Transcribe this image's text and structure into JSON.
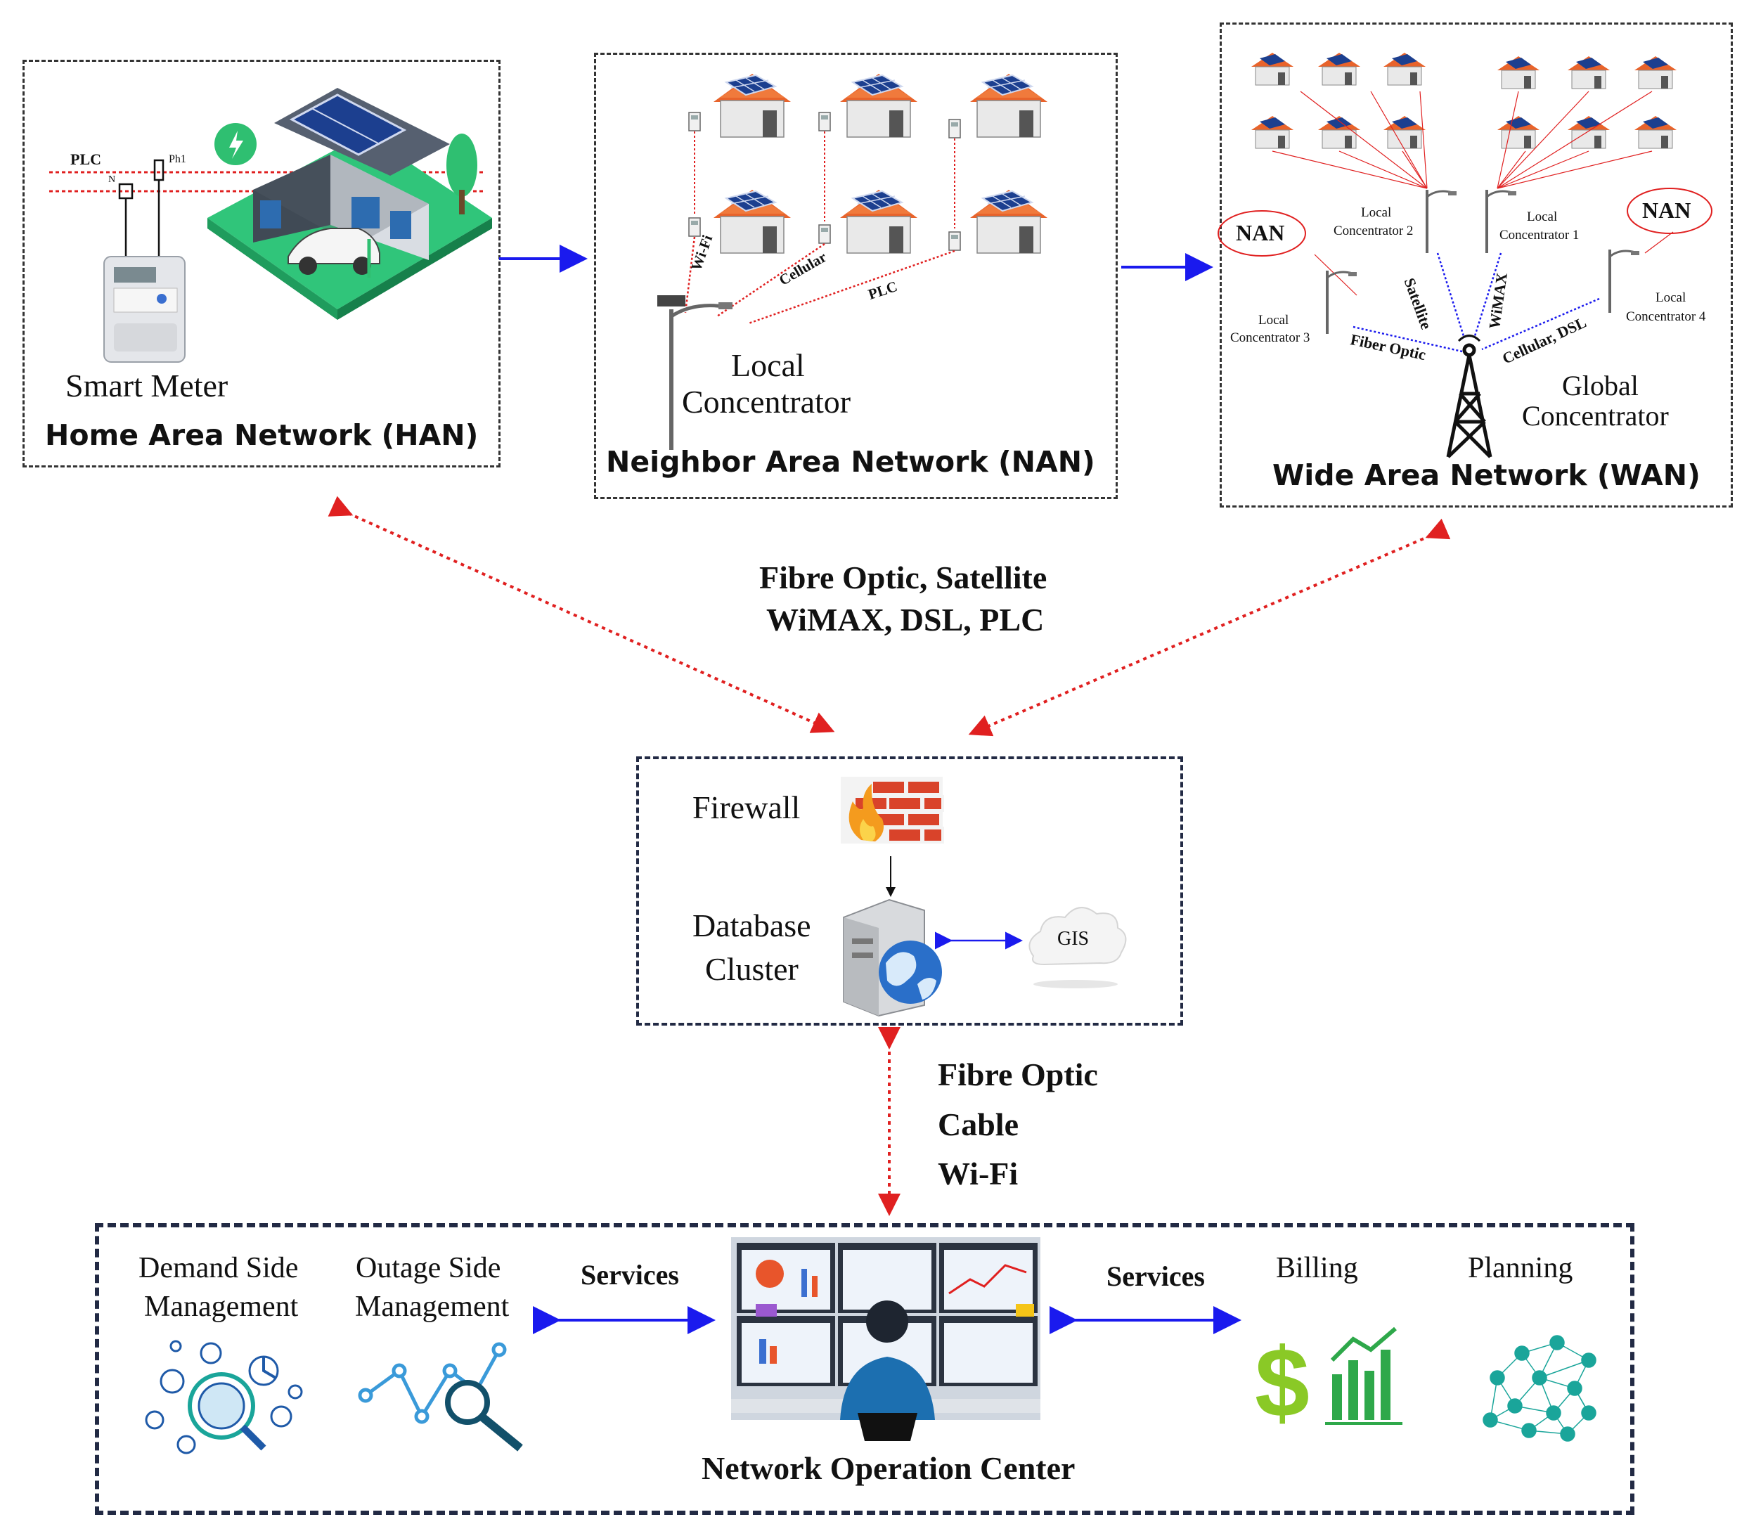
{
  "han": {
    "title": "Home Area Network (HAN)",
    "smart_meter": "Smart Meter",
    "plc": "PLC",
    "ph1": "Ph1",
    "n": "N"
  },
  "nan": {
    "title": "Neighbor Area Network (NAN)",
    "local_concentrator": [
      "Local",
      "Concentrator"
    ],
    "links": [
      "Wi-Fi",
      "Cellular",
      "PLC"
    ]
  },
  "wan": {
    "title": "Wide Area Network (WAN)",
    "nan_label": "NAN",
    "concentrators": [
      [
        "Local",
        "Concentrator 2"
      ],
      [
        "Local",
        "Concentrator 1"
      ],
      [
        "Local",
        "Concentrator 3"
      ],
      [
        "Local",
        "Concentrator 4"
      ]
    ],
    "global_concentrator": [
      "Global",
      "Concentrator"
    ],
    "links": [
      "Satellite",
      "WiMAX",
      "Fiber Optic",
      "Cellular, DSL"
    ]
  },
  "middle_links": [
    "Fibre Optic, Satellite",
    "WiMAX, DSL, PLC"
  ],
  "datacenter": {
    "firewall": "Firewall",
    "database": [
      "Database",
      "Cluster"
    ],
    "gis": "GIS"
  },
  "noc_links": [
    "Fibre Optic",
    "Cable",
    "Wi-Fi"
  ],
  "noc": {
    "title": "Network Operation Center",
    "demand": [
      "Demand Side",
      "Management"
    ],
    "outage": [
      "Outage Side",
      "Management"
    ],
    "services": "Services",
    "billing": "Billing",
    "planning": "Planning"
  },
  "colors": {
    "blue_arrow": "#1a1aee",
    "red_arrow": "#e02020",
    "roof": "#e8632b",
    "panel": "#1c3f8f",
    "green": "#8ac926",
    "teal": "#1aa59a"
  }
}
